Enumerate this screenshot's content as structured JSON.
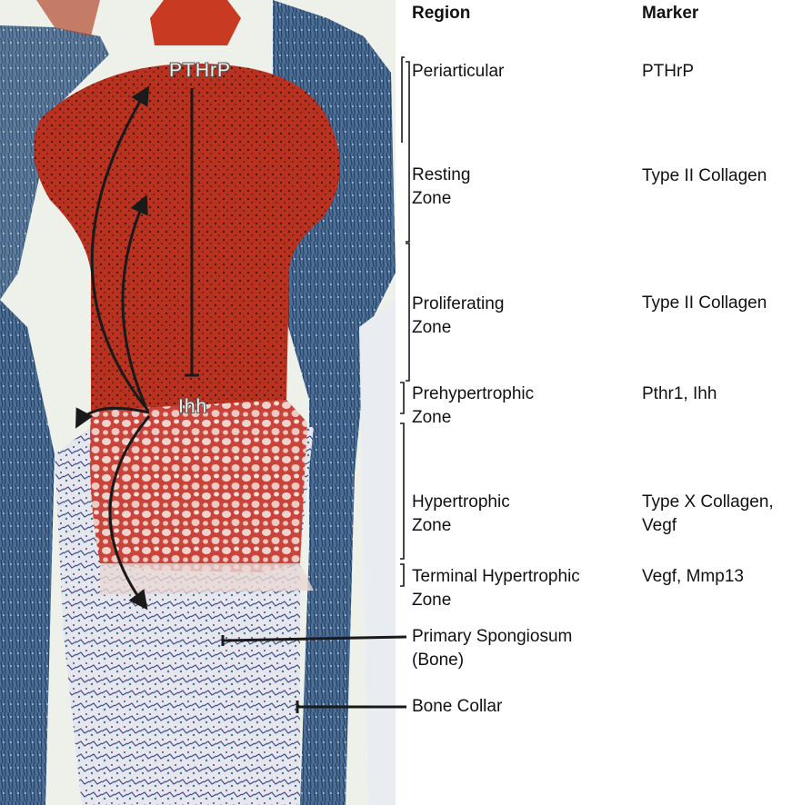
{
  "headers": {
    "region": "Region",
    "marker": "Marker"
  },
  "image_labels": {
    "pthrp": "PTHrP",
    "ihh": "Ihh"
  },
  "rows": [
    {
      "region": "Periarticular",
      "marker": "PTHrP"
    },
    {
      "region": "Resting\nZone",
      "marker": "Type II Collagen"
    },
    {
      "region": "Proliferating\nZone",
      "marker": "Type II Collagen"
    },
    {
      "region": "Prehypertrophic\nZone",
      "marker": "Pthr1, Ihh"
    },
    {
      "region": "Hypertrophic\nZone",
      "marker": "Type X Collagen,\nVegf"
    },
    {
      "region": "Terminal Hypertrophic\nZone",
      "marker": "Vegf, Mmp13"
    },
    {
      "region": "Primary Spongiosum\n(Bone)",
      "marker": ""
    },
    {
      "region": "Bone Collar",
      "marker": ""
    }
  ],
  "colors": {
    "cartilage": "#b8321f",
    "hypertrophic": "#d97a6c",
    "tissue": "#3a5b84",
    "background": "#ffffff"
  }
}
